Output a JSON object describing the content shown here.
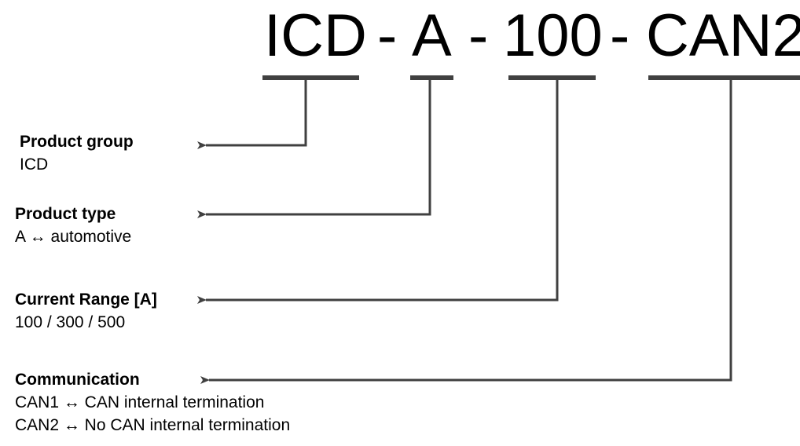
{
  "code": {
    "segments": [
      "ICD",
      "A",
      "100",
      "CAN2"
    ],
    "separator": "-"
  },
  "fields": [
    {
      "title": "Product group",
      "lines": [
        "ICD"
      ]
    },
    {
      "title": "Product type",
      "lines": [
        "A ↔ automotive"
      ]
    },
    {
      "title": "Current Range [A]",
      "lines": [
        "100 / 300 / 500"
      ]
    },
    {
      "title": "Communication",
      "lines": [
        "CAN1 ↔ CAN internal termination",
        "CAN2 ↔ No CAN internal termination"
      ]
    }
  ],
  "colors": {
    "line": "#404040",
    "text": "#000000"
  }
}
